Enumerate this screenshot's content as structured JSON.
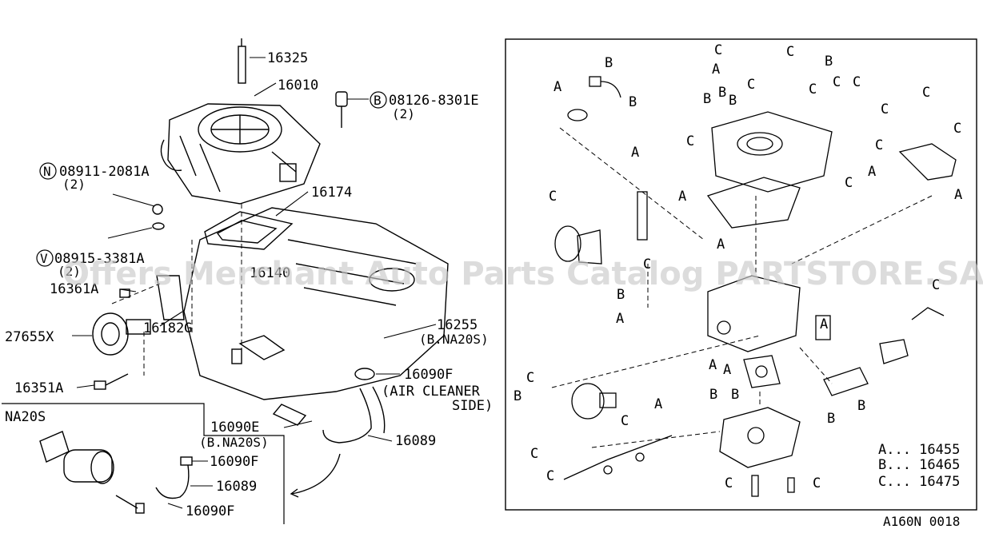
{
  "watermark": "Offers Merchant Auto Parts Catalog PARTSTORE.SA",
  "figure_id": "A160N 0018",
  "inset_label": "NA20S",
  "left_labels": {
    "p16325": "16325",
    "p16010": "16010",
    "bolt_b": "08126-8301E",
    "bolt_b_qty": "(2)",
    "nut_n": "08911-2081A",
    "nut_n_qty": "(2)",
    "p16174": "16174",
    "washer_v": "08915-3381A",
    "washer_v_qty": "(2)",
    "p16140": "16140",
    "p16361a": "16361A",
    "p27655x": "27655X",
    "p16182g": "16182G",
    "p16255": "16255",
    "p16255_note": "(B.NA20S)",
    "p16090f_top": "16090F",
    "air_cleaner_1": "(AIR CLEANER",
    "air_cleaner_2": "SIDE)",
    "p16351a": "16351A",
    "p16090e": "16090E",
    "p16090e_note": "(B.NA20S)",
    "p16089": "16089",
    "inset_16090f_a": "16090F",
    "inset_16089": "16089",
    "inset_16090f_b": "16090F"
  },
  "circle_letters": {
    "b": "B",
    "n": "N",
    "v": "V"
  },
  "legend": {
    "a": "A... 16455",
    "b": "B... 16465",
    "c": "C... 16475"
  },
  "callouts": [
    "A",
    "B",
    "C"
  ]
}
